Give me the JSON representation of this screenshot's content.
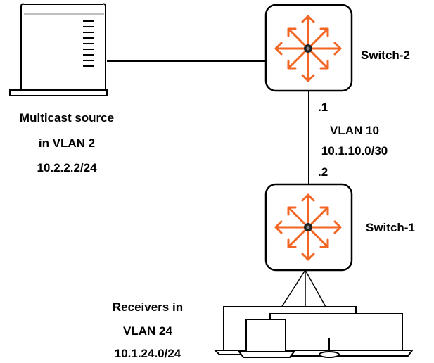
{
  "source": {
    "line1": "Multicast source",
    "line2": "in VLAN 2",
    "ip": "10.2.2.2/24"
  },
  "switch2": {
    "label": "Switch-2"
  },
  "switch1": {
    "label": "Switch-1"
  },
  "link": {
    "end_top": ".1",
    "vlan": "VLAN 10",
    "subnet": "10.1.10.0/30",
    "end_bottom": ".2"
  },
  "receivers": {
    "line1": "Receivers in",
    "line2": "VLAN 24",
    "subnet": "10.1.24.0/24"
  },
  "colors": {
    "arrow": "#f26522",
    "line": "#000000"
  },
  "icons": {
    "switch": "switch-icon",
    "server": "server-icon",
    "laptop": "laptop-icon"
  }
}
